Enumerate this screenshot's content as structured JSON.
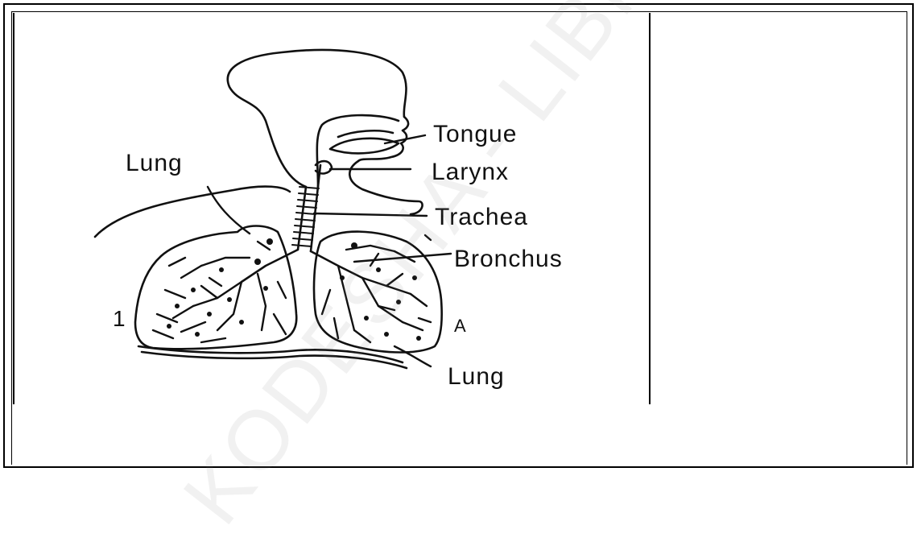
{
  "diagram": {
    "labels": {
      "tongue": "Tongue",
      "larynx": "Larynx",
      "trachea": "Trachea",
      "bronchus": "Bronchus",
      "lung_left": "Lung",
      "lung_bottom": "Lung"
    },
    "markers": {
      "left": "1",
      "right": "A"
    }
  },
  "watermark": {
    "text": "KODESHA - LIBRARY"
  },
  "colors": {
    "ink": "#111111",
    "border": "#000000",
    "background": "#ffffff"
  }
}
